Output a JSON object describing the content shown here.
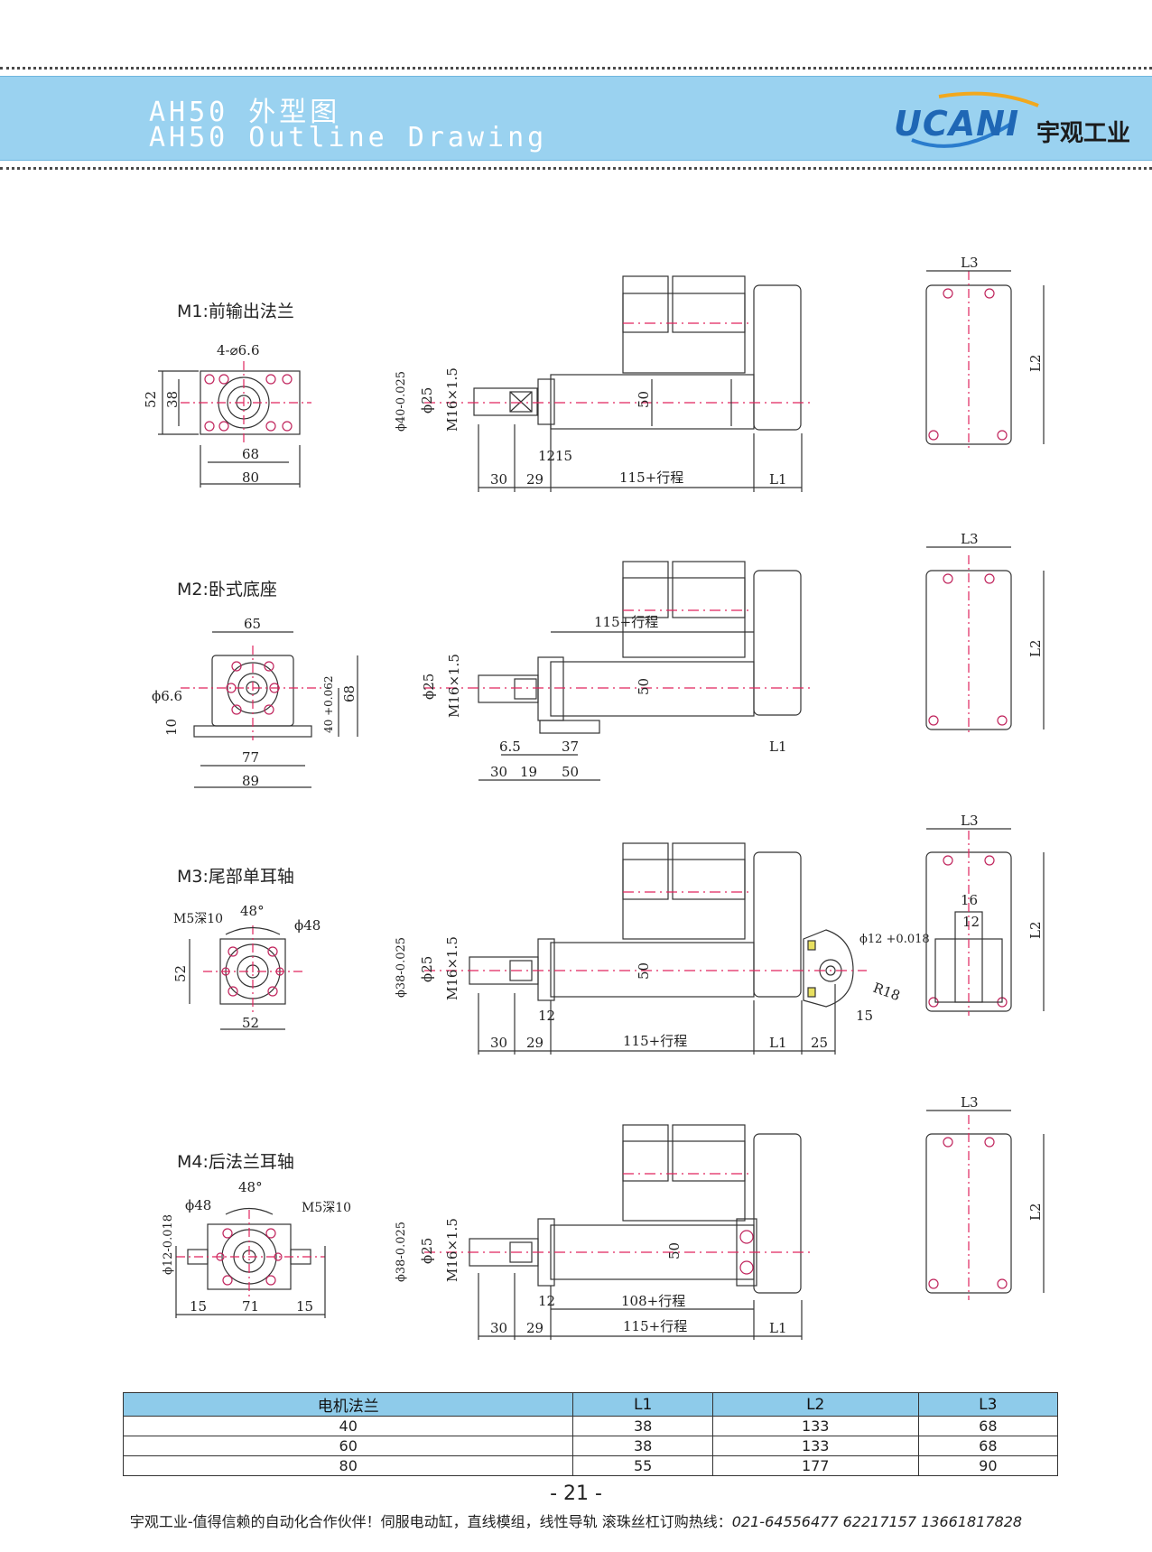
{
  "header": {
    "title_cn": "AH50  外型图",
    "title_en": "AH50  Outline Drawing",
    "logo_mark": "UCANI",
    "logo_cn": "宇观工业"
  },
  "sections": [
    {
      "label": "M1:前输出法兰",
      "front": {
        "holes": "4-⌀6.6",
        "w_inner": "68",
        "w_outer": "80",
        "h_inner": "38",
        "h_outer": "52"
      },
      "side": {
        "flange": "ϕ40-0.025",
        "rod": "ϕ25",
        "thread": "M16×1.5",
        "body": "50",
        "d1": "30",
        "d2": "29",
        "d3": "12",
        "d4": "15",
        "stroke": "115+行程",
        "l1": "L1"
      }
    },
    {
      "label": "M2:卧式底座",
      "front": {
        "hole": "ϕ6.6",
        "w_top": "65",
        "w_inner": "77",
        "w_outer": "89",
        "h_base": "10",
        "h_center": "40 +0.062",
        "h_total": "68"
      },
      "side": {
        "rod": "ϕ25",
        "thread": "M16×1.5",
        "body": "50",
        "stroke": "115+行程",
        "d1": "6.5",
        "d2": "37",
        "d3": "30",
        "d4": "19",
        "d5": "50",
        "l1": "L1"
      }
    },
    {
      "label": "M3:尾部单耳轴",
      "front": {
        "tap": "M5深10",
        "angle": "48°",
        "pcd": "ϕ48",
        "h": "52",
        "w": "52"
      },
      "side": {
        "flange": "ϕ38-0.025",
        "rod": "ϕ25",
        "thread": "M16×1.5",
        "body": "50",
        "pin": "ϕ12 +0.018",
        "radius": "R18",
        "d1": "30",
        "d2": "29",
        "d3": "12",
        "stroke": "115+行程",
        "l1": "L1",
        "d4": "25",
        "d5": "15"
      },
      "rear": {
        "d1": "16",
        "d2": "12"
      }
    },
    {
      "label": "M4:后法兰耳轴",
      "front": {
        "pcd": "ϕ48",
        "angle": "48°",
        "tap": "M5深10",
        "pin": "ϕ12-0.018",
        "d1": "15",
        "d2": "71",
        "d3": "15"
      },
      "side": {
        "flange": "ϕ38-0.025",
        "rod": "ϕ25",
        "thread": "M16×1.5",
        "body": "50",
        "d0": "12",
        "stroke2": "108+行程",
        "d1": "30",
        "d2": "29",
        "stroke": "115+行程",
        "l1": "L1"
      }
    }
  ],
  "rear_view": {
    "l2": "L2",
    "l3": "L3"
  },
  "table": {
    "headers": [
      "电机法兰",
      "L1",
      "L2",
      "L3"
    ],
    "rows": [
      [
        "40",
        "38",
        "133",
        "68"
      ],
      [
        "60",
        "38",
        "133",
        "68"
      ],
      [
        "80",
        "55",
        "177",
        "90"
      ]
    ]
  },
  "page_number": "- 21 -",
  "footer": {
    "text": "宇观工业-值得信赖的自动化合作伙伴！伺服电动缸，直线模组，线性导轨 滚珠丝杠订购热线：",
    "phones": "021-64556477  62217157 13661817828"
  },
  "colors": {
    "banner": "#9ad2f0",
    "logo_blue": "#1f67b5",
    "centerline": "#e0245e",
    "table_header": "#8ecbea"
  }
}
